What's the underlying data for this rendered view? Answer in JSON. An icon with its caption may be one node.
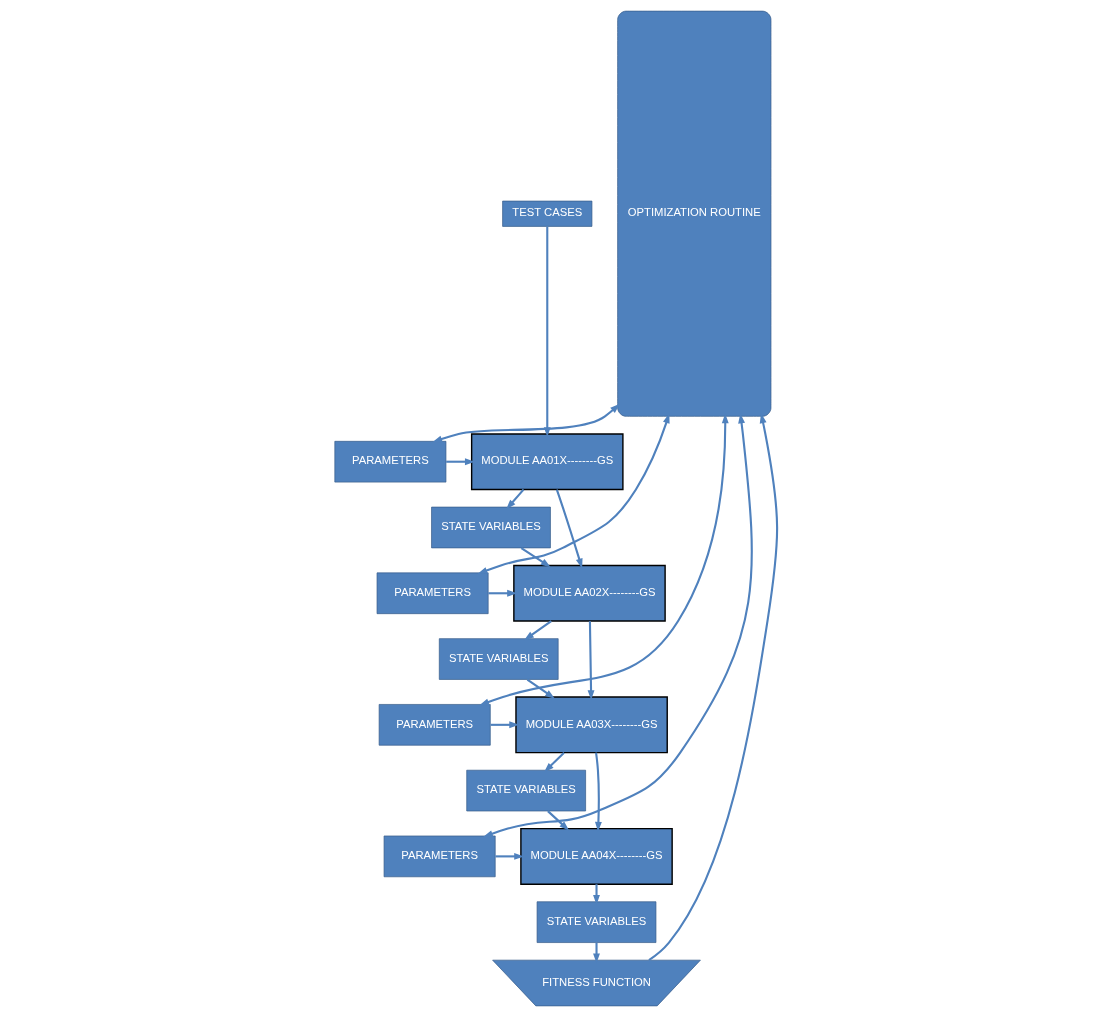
{
  "diagram": {
    "nodes": [
      {
        "text": [
          "TEST CASES"
        ]
      },
      {
        "text": [
          "OPTIMIZATION ROUTINE"
        ]
      },
      {
        "text": [
          "PARAMETERS"
        ]
      },
      {
        "text": [
          "MODULE AA01X--------GS"
        ]
      },
      {
        "text": [
          "STATE VARIABLES"
        ]
      },
      {
        "text": [
          "PARAMETERS"
        ]
      },
      {
        "text": [
          "MODULE AA02X--------GS"
        ]
      },
      {
        "text": [
          "STATE VARIABLES"
        ]
      },
      {
        "text": [
          "PARAMETERS"
        ]
      },
      {
        "text": [
          "MODULE AA03X--------GS"
        ]
      },
      {
        "text": [
          "STATE VARIABLES"
        ]
      },
      {
        "text": [
          "PARAMETERS"
        ]
      },
      {
        "text": [
          "MODULE AA04X--------GS"
        ]
      },
      {
        "text": [
          "STATE VARIABLES"
        ]
      },
      {
        "text": [
          "FITNESS FUNCTION"
        ]
      }
    ],
    "edges": [
      {
        "from": 0,
        "to": 3,
        "arrow": "to"
      },
      {
        "from": 1,
        "to": 2,
        "arrow": "both"
      },
      {
        "from": 2,
        "to": 3,
        "arrow": "to"
      },
      {
        "from": 3,
        "to": 4,
        "arrow": "to"
      },
      {
        "from": 3,
        "to": 6,
        "arrow": "to"
      },
      {
        "from": 4,
        "to": 6,
        "arrow": "to"
      },
      {
        "from": 1,
        "to": 5,
        "arrow": "both"
      },
      {
        "from": 5,
        "to": 6,
        "arrow": "to"
      },
      {
        "from": 6,
        "to": 7,
        "arrow": "to"
      },
      {
        "from": 6,
        "to": 9,
        "arrow": "to"
      },
      {
        "from": 7,
        "to": 9,
        "arrow": "to"
      },
      {
        "from": 1,
        "to": 8,
        "arrow": "both"
      },
      {
        "from": 8,
        "to": 9,
        "arrow": "to"
      },
      {
        "from": 9,
        "to": 10,
        "arrow": "to"
      },
      {
        "from": 9,
        "to": 12,
        "arrow": "to"
      },
      {
        "from": 10,
        "to": 12,
        "arrow": "to"
      },
      {
        "from": 1,
        "to": 11,
        "arrow": "both"
      },
      {
        "from": 11,
        "to": 12,
        "arrow": "to"
      },
      {
        "from": 12,
        "to": 13,
        "arrow": "to"
      },
      {
        "from": 13,
        "to": 14,
        "arrow": "to"
      },
      {
        "from": 14,
        "to": 1,
        "arrow": "to"
      }
    ]
  }
}
